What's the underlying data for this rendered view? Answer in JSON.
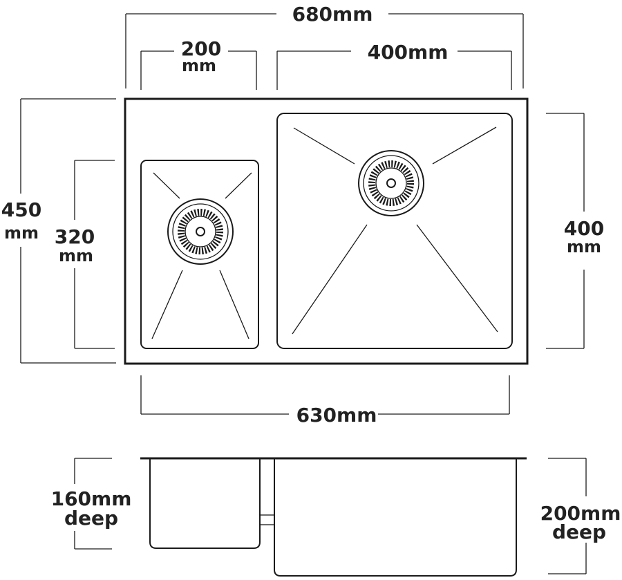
{
  "dimensions": {
    "overall_width": "680mm",
    "small_bowl_width_num": "200",
    "small_bowl_width_unit": "mm",
    "large_bowl_width": "400mm",
    "overall_height_num": "450",
    "overall_height_unit": "mm",
    "small_bowl_height_num": "320",
    "small_bowl_height_unit": "mm",
    "large_bowl_height_num": "400",
    "large_bowl_height_unit": "mm",
    "bowls_span": "630mm",
    "small_depth_value": "160mm",
    "small_depth_word": "deep",
    "large_depth_value": "200mm",
    "large_depth_word": "deep"
  },
  "colors": {
    "line": "#1a1a1a",
    "text": "#222222"
  }
}
